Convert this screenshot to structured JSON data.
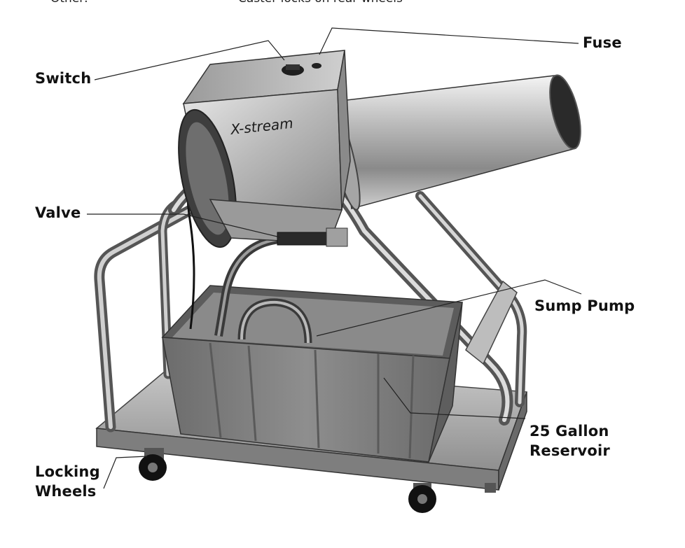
{
  "top_cut_text": {
    "left": "Other:",
    "right": "Caster locks on rear wheels"
  },
  "brand_label": "X-stream",
  "labels": {
    "switch": "Switch",
    "fuse": "Fuse",
    "valve": "Valve",
    "sump_pump": "Sump Pump",
    "reservoir_line1": "25 Gallon",
    "reservoir_line2": "Reservoir",
    "wheels_line1": "Locking",
    "wheels_line2": "Wheels"
  },
  "colors": {
    "ink": "#111111",
    "metal_light": "#e2e2e2",
    "metal_dark": "#6e6e6e",
    "bin": "#7a7a7a"
  }
}
